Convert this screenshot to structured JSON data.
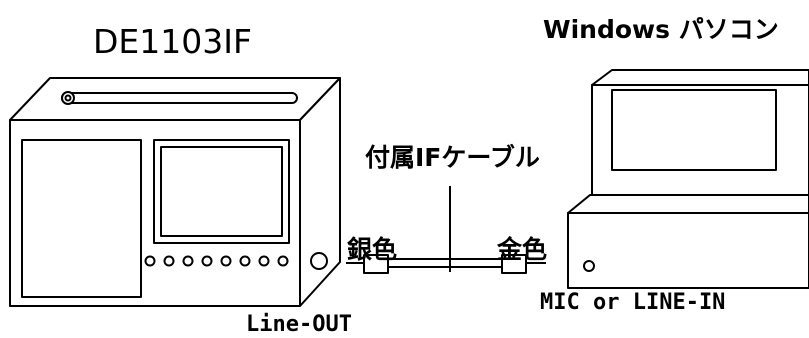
{
  "device": {
    "title": "DE1103IF",
    "output_label": "Line-OUT"
  },
  "pc": {
    "title": "Windows パソコン",
    "input_label": "MIC or LINE-IN"
  },
  "cable": {
    "label": "付属IFケーブル",
    "left_plug_label": "銀色",
    "right_plug_label": "金色"
  },
  "colors": {
    "line": "#000000",
    "background": "#ffffff"
  }
}
